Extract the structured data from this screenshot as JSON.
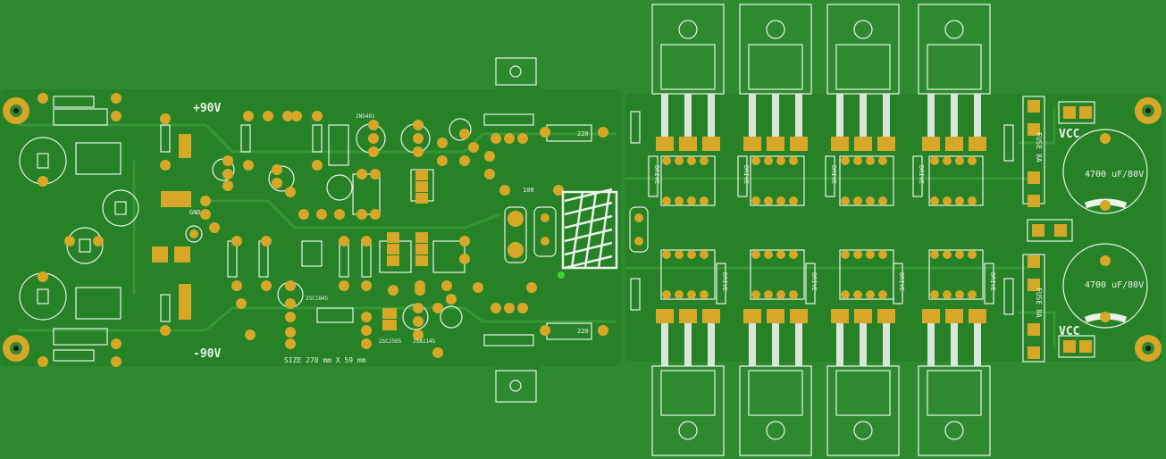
{
  "labels": {
    "pos_rail": "+90V",
    "neg_rail": "-90V",
    "gnd": "GND",
    "vcc_top": "VCC",
    "vcc_bottom": "VCC",
    "cap_top": "4700 uF/80V",
    "cap_bottom": "4700 uF/80V",
    "fuse_top": "FUSE 8A",
    "fuse_bottom": "FUSE 8A",
    "size": "SIZE 270 mm X 59 mm",
    "drive": "DRIVE",
    "res_220": "220",
    "res_100": "100",
    "q_2n5401": "2N5401",
    "q_2sc1845": "2SC1845",
    "q_2sc2505": "2SC2505",
    "q_2sa1145": "2SA1145"
  },
  "colors": {
    "board": "#2f8a2f",
    "copper_fill": "#278127",
    "pad": "#d7a728",
    "silkscreen": "#e9f3e9"
  }
}
